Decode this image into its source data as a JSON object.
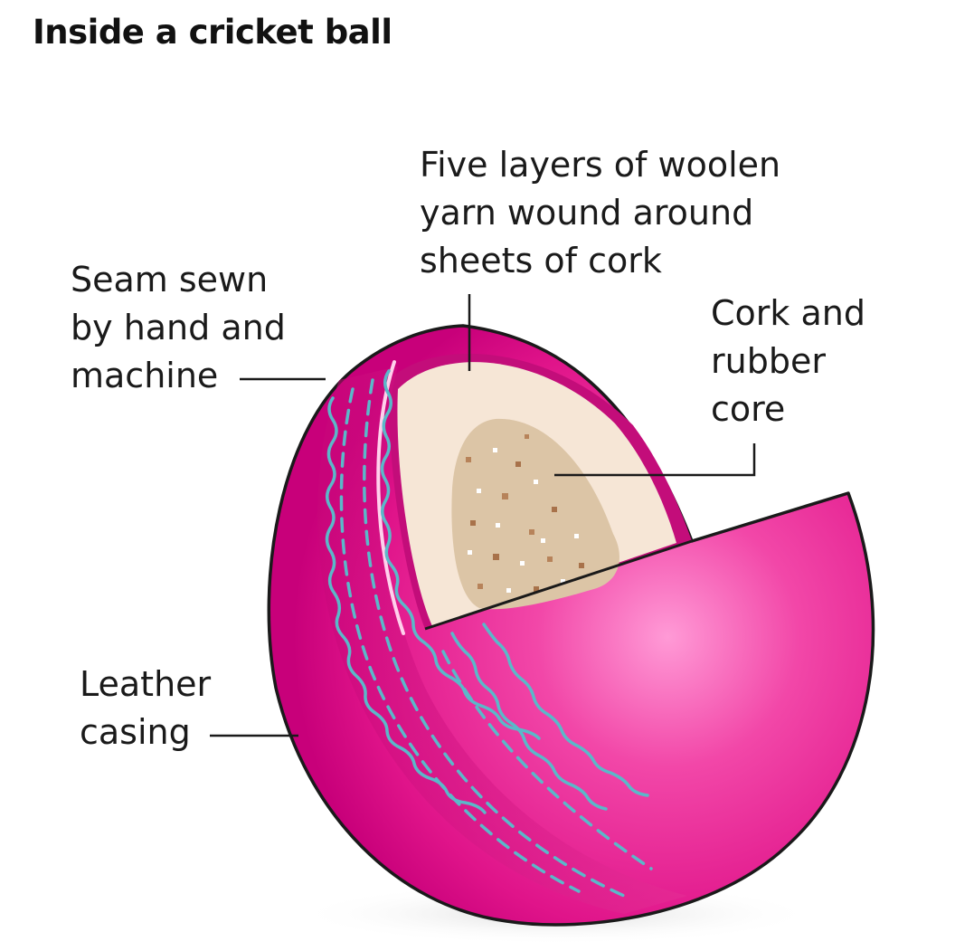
{
  "title": "Inside a cricket ball",
  "labels": {
    "yarn": [
      "Five layers of woolen",
      "yarn wound around",
      "sheets of cork"
    ],
    "seam": [
      "Seam sewn",
      "by hand and",
      "machine"
    ],
    "core": [
      "Cork and",
      "rubber",
      "core"
    ],
    "leather": [
      "Leather",
      "casing"
    ]
  },
  "colors": {
    "leather": "#e0148a",
    "leather_highlight": "#ff9ad6",
    "leather_dark": "#b8006c",
    "yarn": "#f6e6d6",
    "core": "#dcc5a6",
    "stitch": "#5bb8c9",
    "outline": "#1a1a1a"
  }
}
